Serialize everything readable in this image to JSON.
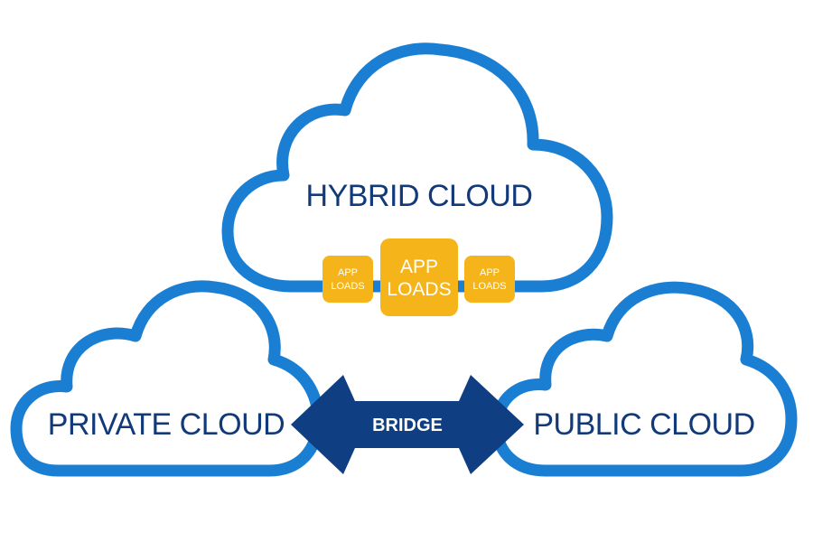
{
  "colors": {
    "cloud_stroke": "#1a7fd3",
    "text": "#123a78",
    "bridge": "#0f3f82",
    "app_loads": "#f5b51a",
    "background": "#ffffff"
  },
  "clouds": {
    "hybrid": {
      "label": "HYBRID CLOUD"
    },
    "private": {
      "label": "PRIVATE CLOUD"
    },
    "public": {
      "label": "PUBLIC CLOUD"
    }
  },
  "bridge": {
    "label": "BRIDGE",
    "icon": "double-arrow-icon"
  },
  "app_loads": [
    {
      "line1": "APP",
      "line2": "LOADS"
    },
    {
      "line1": "APP",
      "line2": "LOADS"
    },
    {
      "line1": "APP",
      "line2": "LOADS"
    }
  ]
}
